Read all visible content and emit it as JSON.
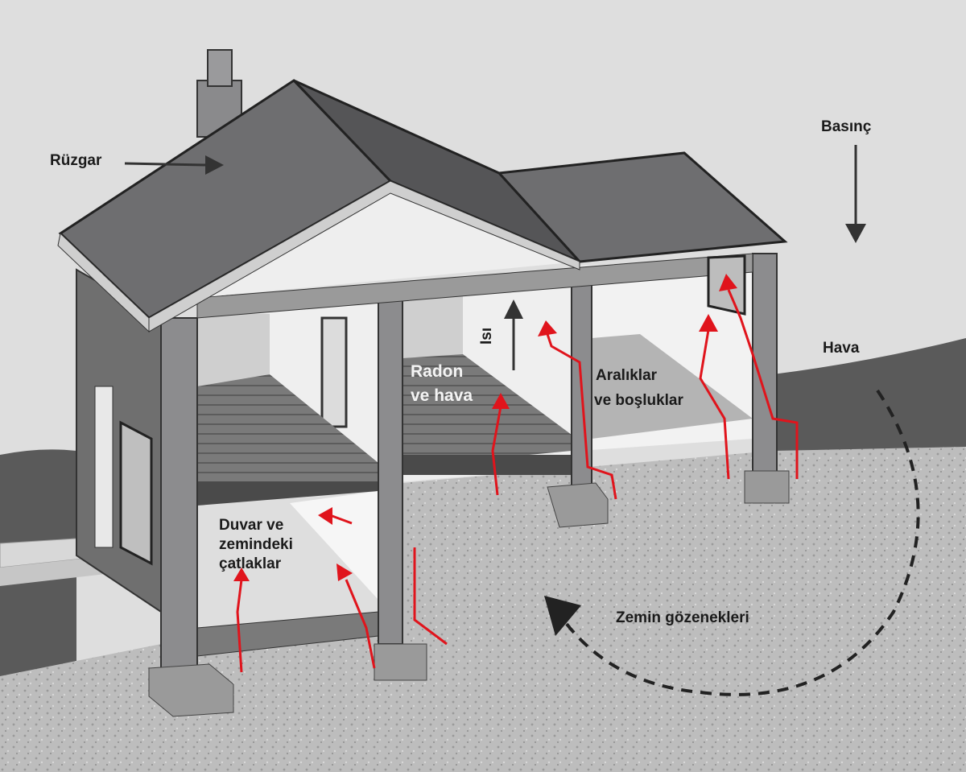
{
  "labels": {
    "wind": "Rüzgar",
    "pressure": "Basınç",
    "air": "Hava",
    "heat": "Isı",
    "radon_line1": "Radon",
    "radon_line2": "ve hava",
    "gaps_line1": "Aralıklar",
    "gaps_line2": "ve boşluklar",
    "cracks_line1": "Duvar ve",
    "cracks_line2": "zemindeki",
    "cracks_line3": "çatlaklar",
    "soil_pores": "Zemin gözenekleri"
  },
  "colors": {
    "sky": "#dedede",
    "ground_dark": "#5a5a5a",
    "gravel": "#bcbcbc",
    "roof": "#6e6e70",
    "radon_arrow": "#e0141c"
  }
}
